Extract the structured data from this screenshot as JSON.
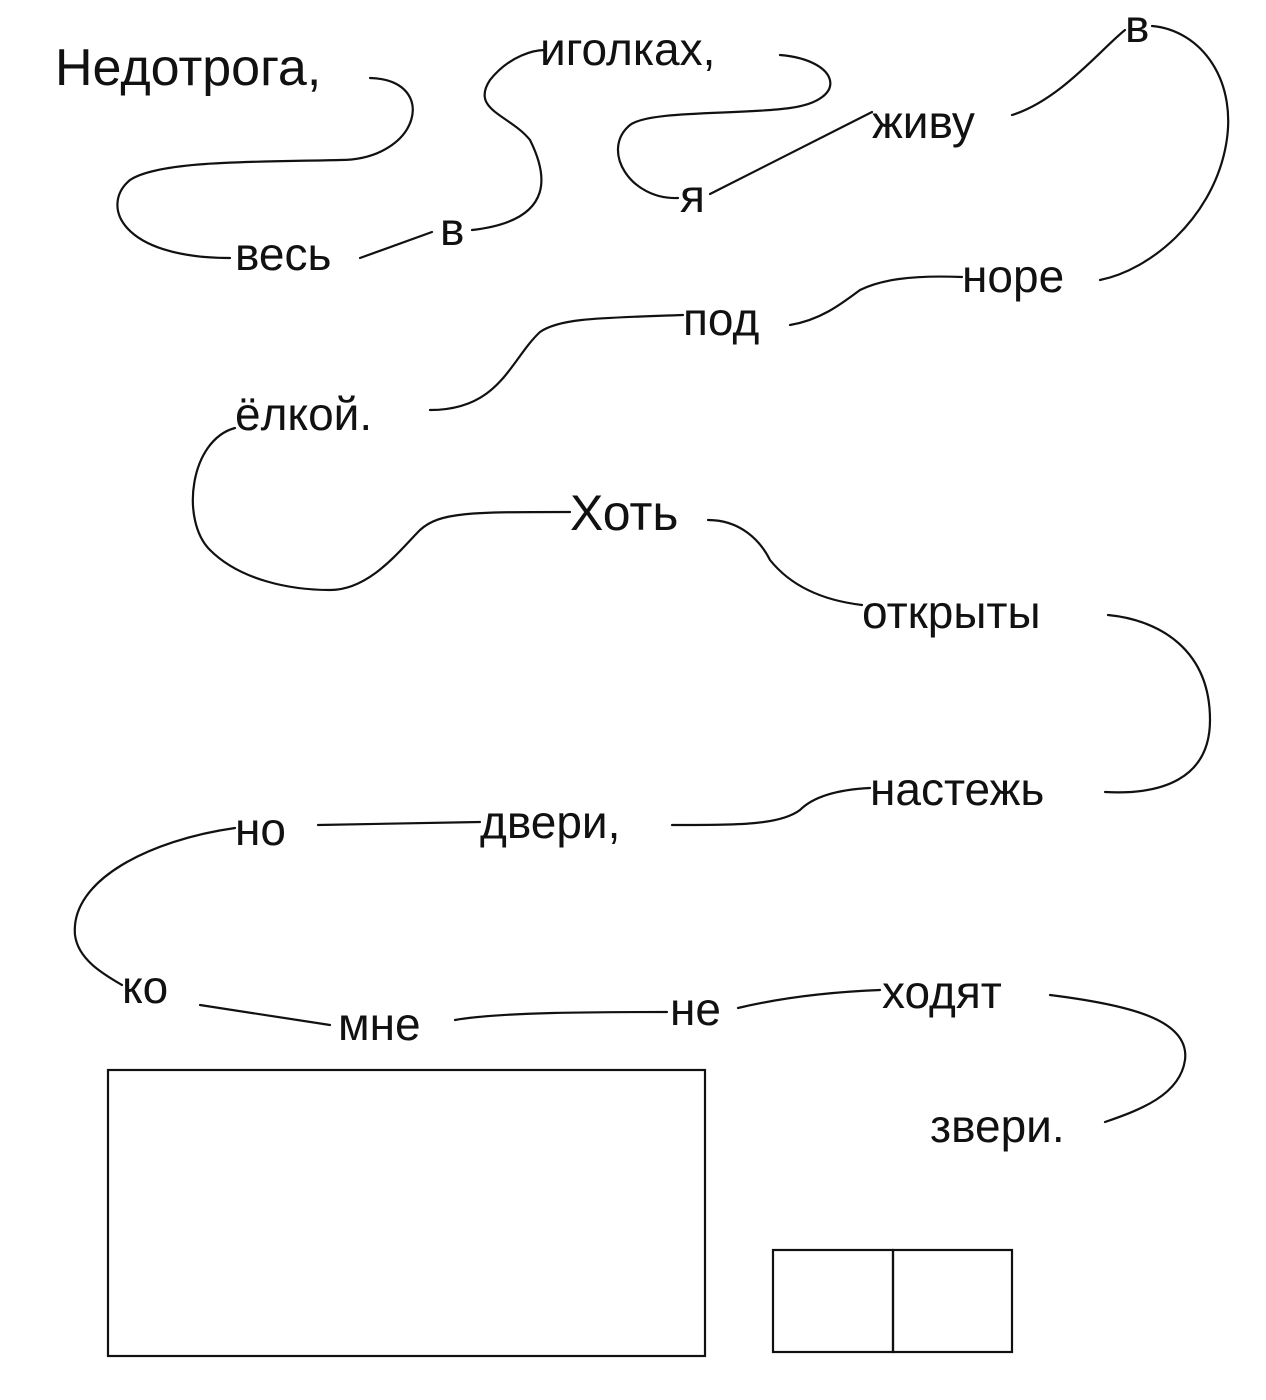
{
  "words": [
    "Недотрога,",
    "весь",
    "в",
    "иголках,",
    "я",
    "живу",
    "в",
    "норе",
    "под",
    "ёлкой.",
    "Хоть",
    "открыты",
    "настежь",
    "двери,",
    "но",
    "ко",
    "мне",
    "не",
    "ходят",
    "звери."
  ],
  "answer_area": {
    "sentence_box": "",
    "small_boxes": [
      "",
      ""
    ]
  }
}
